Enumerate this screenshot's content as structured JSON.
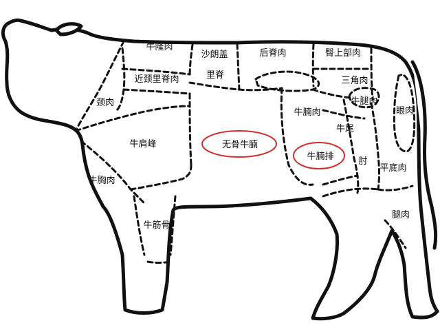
{
  "highlight_color": "#d0312d",
  "labels": {
    "niu_long_rou": "牛隆肉",
    "sha_lang_gai": "沙朗盖",
    "hou_ji_rou": "后脊肉",
    "bi_shang_bu_rou": "臀上部肉",
    "jin_jing_li_ji_rou": "近颈里脊肉",
    "li_ji": "里脊",
    "san_jiao_rou": "三角肉",
    "jing_rou": "颈肉",
    "niu_tui_rou": "牛腿肉",
    "yan_rou": "眼肉",
    "niu_nan_rou": "牛腩肉",
    "niu_wei": "牛尾",
    "niu_jian_feng": "牛肩峰",
    "wu_gu_niu_nan": "无骨牛腩",
    "niu_nan_pai": "牛腩排",
    "zhou": "肘",
    "ping_di_rou": "平底肉",
    "niu_xiong_rou": "牛胸肉",
    "tui_rou": "腿肉",
    "niu_jin_gu": "牛筋骨"
  }
}
